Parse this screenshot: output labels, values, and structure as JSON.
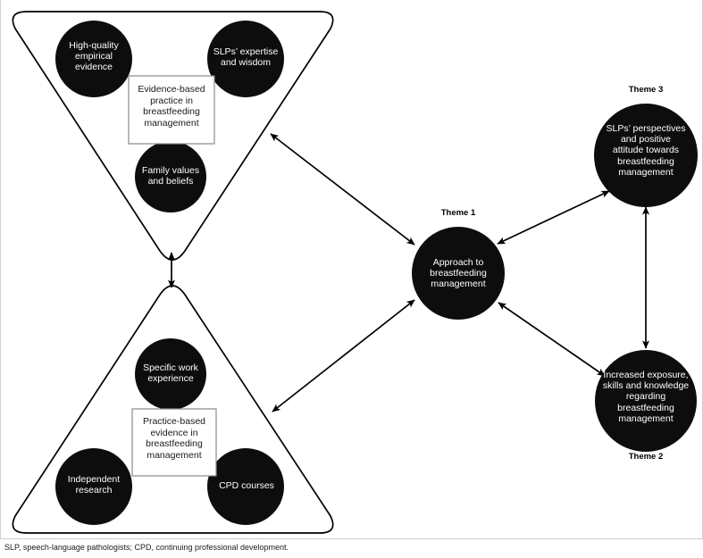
{
  "figure": {
    "caption": "SLP, speech-language pathologists; CPD, continuing professional development.",
    "background_color": "#ffffff",
    "node_fill_color": "#0d0d0d",
    "node_text_color": "#ffffff",
    "line_color": "#000000",
    "frame_border_color": "#cfcfcf"
  },
  "groups": {
    "evidence_based": {
      "center_box_label": "Evidence-based\npractice in\nbreastfeeding\nmanagement",
      "orientation": "inverted-triangle",
      "circles": [
        {
          "label": "High-quality\nempirical\nevidence"
        },
        {
          "label": "SLPs’ expertise\nand wisdom"
        },
        {
          "label": "Family values\nand beliefs"
        }
      ]
    },
    "practice_based": {
      "center_box_label": "Practice-based\nevidence in\nbreastfeeding\nmanagement",
      "orientation": "upright-triangle",
      "circles": [
        {
          "label": "Specific work\nexperience"
        },
        {
          "label": "Independent\nresearch"
        },
        {
          "label": "CPD courses"
        }
      ]
    }
  },
  "themes": [
    {
      "tag": "Theme 1",
      "label": "Approach to\nbreastfeeding\nmanagement",
      "tag_position": "above"
    },
    {
      "tag": "Theme 3",
      "label": "SLPs’ perspectives\nand positive\nattitude towards\nbreastfeeding\nmanagement",
      "tag_position": "above"
    },
    {
      "tag": "Theme 2",
      "label": "Increased exposure,\nskills and knowledge\nregarding\nbreastfeeding\nmanagement",
      "tag_position": "below"
    }
  ],
  "connections": [
    {
      "from": "evidence-based-triangle",
      "to": "theme-1",
      "type": "double-headed-arrow"
    },
    {
      "from": "practice-based-triangle",
      "to": "theme-1",
      "type": "double-headed-arrow"
    },
    {
      "from": "evidence-based-apex",
      "to": "practice-based-apex",
      "type": "double-headed-arrow"
    },
    {
      "from": "theme-3",
      "to": "theme-1",
      "type": "double-headed-arrow"
    },
    {
      "from": "theme-2",
      "to": "theme-1",
      "type": "double-headed-arrow"
    },
    {
      "from": "theme-3",
      "to": "theme-2",
      "type": "double-headed-arrow"
    }
  ]
}
